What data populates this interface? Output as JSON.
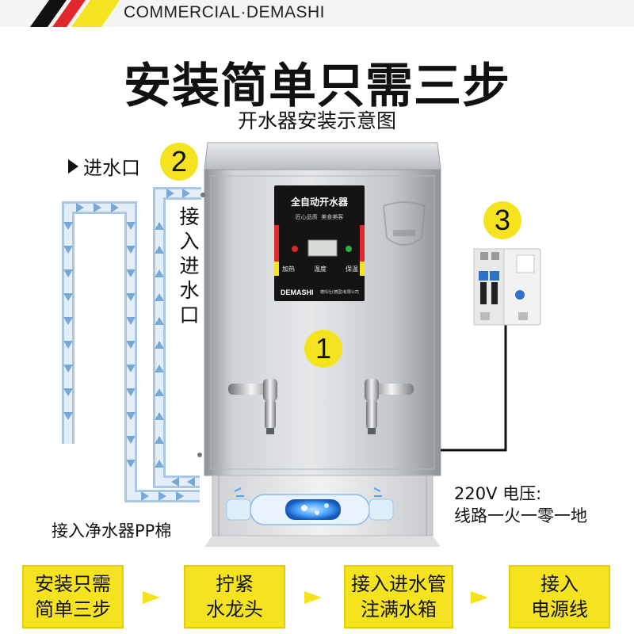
{
  "header": {
    "brand": "COMMERCIAL·DEMASHI"
  },
  "headline": "安装简单只需三步",
  "subtitle": "开水器安装示意图",
  "labels": {
    "inlet": "进水口",
    "connect_inlet": "接入进水口",
    "connect_filter": "接入净水器PP棉",
    "voltage_line1": "220V 电压:",
    "voltage_line2": "线路一火一零一地"
  },
  "badges": [
    "2",
    "3",
    "1"
  ],
  "panel": {
    "title": "全自动开水器",
    "slogan": "匠心品质  美食美客",
    "buttons": [
      "加热",
      "温度",
      "保温"
    ],
    "brand": "DEMASHI",
    "maker": "德玛仕(德国)有限公司"
  },
  "steps": [
    {
      "line1": "安装只需",
      "line2": "简单三步"
    },
    {
      "line1": "拧紧",
      "line2": "水龙头"
    },
    {
      "line1": "接入进水管",
      "line2": "注满水箱"
    },
    {
      "line1": "接入",
      "line2": "电源线"
    }
  ],
  "colors": {
    "accent_yellow": "#f6e320",
    "pipe_blue": "#a9c8e6",
    "stripe_red": "#e0282e",
    "stripe_black": "#111111"
  }
}
